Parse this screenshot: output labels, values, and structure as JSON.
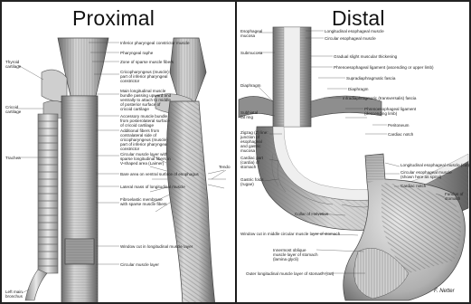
{
  "headings": {
    "left": "Proximal",
    "right": "Distal"
  },
  "proximal_labels": {
    "inferior_constrictor": "Inferior pharyngeal constrictor muscle",
    "pharyngeal_raphe": "Pharyngeal raphe",
    "zone_sparse": "Zone of sparse muscle fibers",
    "cricopharyngeus": "Cricopharyngeus (muscle) part of inferior pharyngeal constrictor",
    "main_longitudinal": "Main longitudinal muscle bundle passing upward and ventrally to attach to middle of posterior surface of cricoid cartilage",
    "accessory_bundle": "Accessory muscle bundle from posterolateral surface of cricoid cartilage",
    "additional_fibers": "Additional fibers from contralateral side of cricopharyngeus (muscle) part of inferior pharyngeal constrictor",
    "circular_layer": "Circular muscle layer with sparse longitudinal fibers in V-shaped area (Laimer)",
    "bare_area": "Bare area on ventral surface of esophagus",
    "lateral_mass": "Lateral mass of longitudinal muscle",
    "fibroelastic": "Fibroelastic membrane with sparse muscle fibers",
    "window": "Window cut in longitudinal muscle layer",
    "circular": "Circular muscle layer",
    "thyroid": "Thyroid cartilage",
    "cricoid": "Cricoid cartilage",
    "trachea": "Trachea",
    "bronchus": "Left main bronchus",
    "tendo": "Tendo"
  },
  "distal_labels": {
    "longitudinal": "Longitudinal esophageal muscle",
    "circular": "Circular esophageal muscle",
    "mucosa": "Esophageal mucosa",
    "submucosa": "Submucosa",
    "gradual_thickening": "Gradual slight muscular thickening",
    "phrenoesophageal_up": "Phrenoesophageal ligament (ascending or upper limb)",
    "supradiaphragmatic": "Supradiaphragmatic fascia",
    "diaphragm": "Diaphragm",
    "infradiaphragmatic": "Infradiaphragmatic (transversalis) fascia",
    "phrenoesophageal_down": "Phrenoesophageal ligament (descending limb)",
    "peritoneum": "Peritoneum",
    "cardiac_notch": "Cardiac notch",
    "diaphragm_left": "Diaphragm",
    "subhiatal": "Subhiatal fat ring",
    "zigzag": "Zigzag (Z) line: junction of esophageal and gastric mucosa",
    "cardiac_part": "Cardiac part (cardia) of stomach",
    "gastric_folds": "Gastric folds (rugae)",
    "longitudinal_cut": "Longitudinal esophageal muscle (cut)",
    "circular_spiral": "Circular esophageal muscle (shown here as spiral)",
    "cardiac_notch_2": "Cardiac notch",
    "fundus": "Fundus of stomach",
    "collar": "Collar of Helvetius",
    "window_cut": "Window cut in middle circular muscle layer of stomach",
    "innermost": "Innermost oblique muscle layer of stomach (lamina glycli)",
    "outer_longitudinal": "Outer longitudinal muscle layer of stomach (cut)",
    "signature": "F. Netter"
  },
  "colors": {
    "border": "#222222",
    "ink": "#222222",
    "tissue_light": "#dcdcdc",
    "tissue_mid": "#a9a9a9",
    "tissue_dark": "#5c5c5c"
  }
}
